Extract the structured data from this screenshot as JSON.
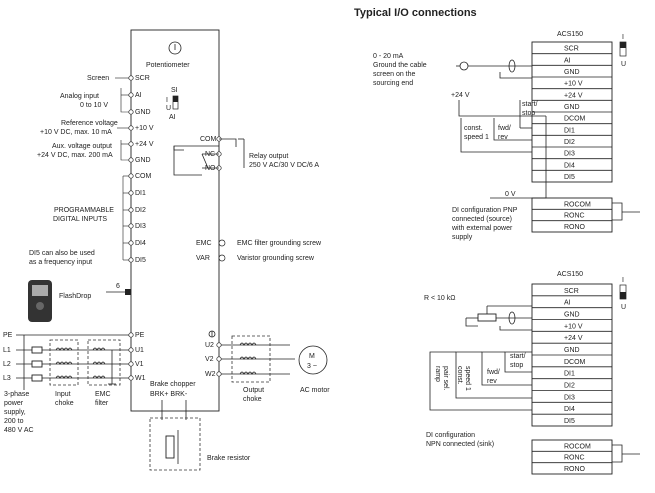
{
  "title": "Typical I/O connections",
  "drive": {
    "potentiometer_label": "Potentiometer",
    "terminals_left": [
      "SCR",
      "AI",
      "GND",
      "+10 V",
      "+24 V",
      "GND",
      "COM",
      "DI1",
      "DI2",
      "DI3",
      "DI4",
      "DI5"
    ],
    "switch": {
      "s": "SI",
      "i": "I",
      "u": "U",
      "a": "AI"
    },
    "relay_terms": [
      "COM",
      "NC",
      "NO"
    ],
    "emc": "EMC",
    "var": "VAR",
    "power_left": [
      "PE",
      "U1",
      "V1",
      "W1"
    ],
    "power_right": [
      "U2",
      "V2",
      "W2"
    ]
  },
  "labels": {
    "screen": "Screen",
    "analog_input": [
      "Analog input",
      "0 to 10 V"
    ],
    "reference_voltage": [
      "Reference voltage",
      "+10 V DC, max. 10 mA"
    ],
    "aux_voltage": [
      "Aux. voltage output",
      "+24 V DC, max. 200 mA"
    ],
    "programmable": [
      "PROGRAMMABLE",
      "DIGITAL INPUTS"
    ],
    "di5_note": [
      "DI5 can also be used",
      "as a frequency input"
    ],
    "flashdrop": "FlashDrop",
    "flashdrop_num": "6",
    "relay_output": [
      "Relay output",
      "250 V AC/30 V DC/6 A"
    ],
    "emc_screw": "EMC filter grounding screw",
    "var_screw": "Varistor grounding screw",
    "supply": [
      "3-phase",
      "power",
      "supply,",
      "200 to",
      "480 V AC"
    ],
    "input_choke": [
      "Input",
      "choke"
    ],
    "emc_filter": [
      "EMC",
      "filter"
    ],
    "brake_chopper": [
      "Brake chopper",
      "BRK+ BRK-"
    ],
    "output_choke": [
      "Output",
      "choke"
    ],
    "ac_motor": "AC motor",
    "motor": [
      "M",
      "3 ~"
    ],
    "brake_resistor": "Brake resistor",
    "l_labels": [
      "PE",
      "L1",
      "L2",
      "L3"
    ]
  },
  "pnp": {
    "device": "ACS150",
    "switch": [
      "I",
      "U"
    ],
    "terminals": [
      "SCR",
      "AI",
      "GND",
      "+10 V",
      "+24 V",
      "GND",
      "DCOM",
      "DI1",
      "DI2",
      "DI3",
      "DI4",
      "DI5"
    ],
    "relays": [
      "ROCOM",
      "RONC",
      "RONO"
    ],
    "note": [
      "0 - 20 mA",
      "Ground the cable",
      "screen on the",
      "sourcing end"
    ],
    "v24": "+24 V",
    "v0": "0 V",
    "start_stop": [
      "start/",
      "stop"
    ],
    "fwd_rev": [
      "fwd/",
      "rev"
    ],
    "const_speed": [
      "const.",
      "speed 1"
    ],
    "caption": [
      "DI configuration PNP",
      "connected (source)",
      "with external power",
      "supply"
    ]
  },
  "npn": {
    "device": "ACS150",
    "switch": [
      "I",
      "U"
    ],
    "terminals": [
      "SCR",
      "AI",
      "GND",
      "+10 V",
      "+24 V",
      "GND",
      "DCOM",
      "DI1",
      "DI2",
      "DI3",
      "DI4",
      "DI5"
    ],
    "relays": [
      "ROCOM",
      "RONC",
      "RONO"
    ],
    "r_label": "R < 10 kΩ",
    "start_stop": [
      "start/",
      "stop"
    ],
    "fwd_rev": [
      "fwd/",
      "rev"
    ],
    "const_speed": [
      "const.",
      "speed 1"
    ],
    "ramp": [
      "ramp",
      "pair sel."
    ],
    "caption": [
      "DI configuration",
      "NPN connected (sink)"
    ]
  }
}
